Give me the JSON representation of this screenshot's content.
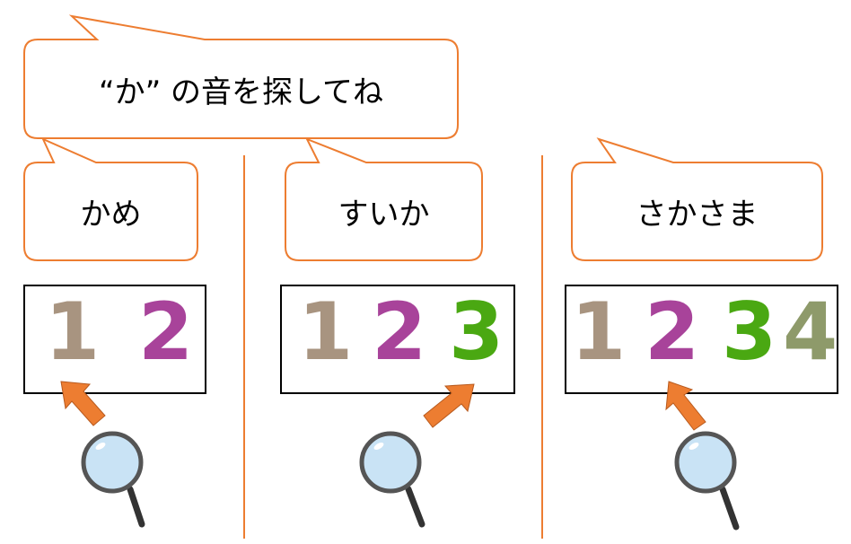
{
  "prompt": "“か” の音を探してね",
  "words": [
    "かめ",
    "すいか",
    "さかさま"
  ],
  "digits": {
    "panel1": [
      "1",
      "2"
    ],
    "panel2": [
      "1",
      "2",
      "3"
    ],
    "panel3": [
      "1",
      "2",
      "3",
      "4"
    ]
  },
  "highlighted_positions": [
    1,
    3,
    2
  ],
  "colors": {
    "outline": "#ED7D31",
    "arrow": "#ED7D31",
    "digit1": "#A89480",
    "digit2": "#A8439A",
    "digit3": "#4AA812",
    "digit4": "#8E9A6A",
    "lens": "#C9E3F5"
  }
}
